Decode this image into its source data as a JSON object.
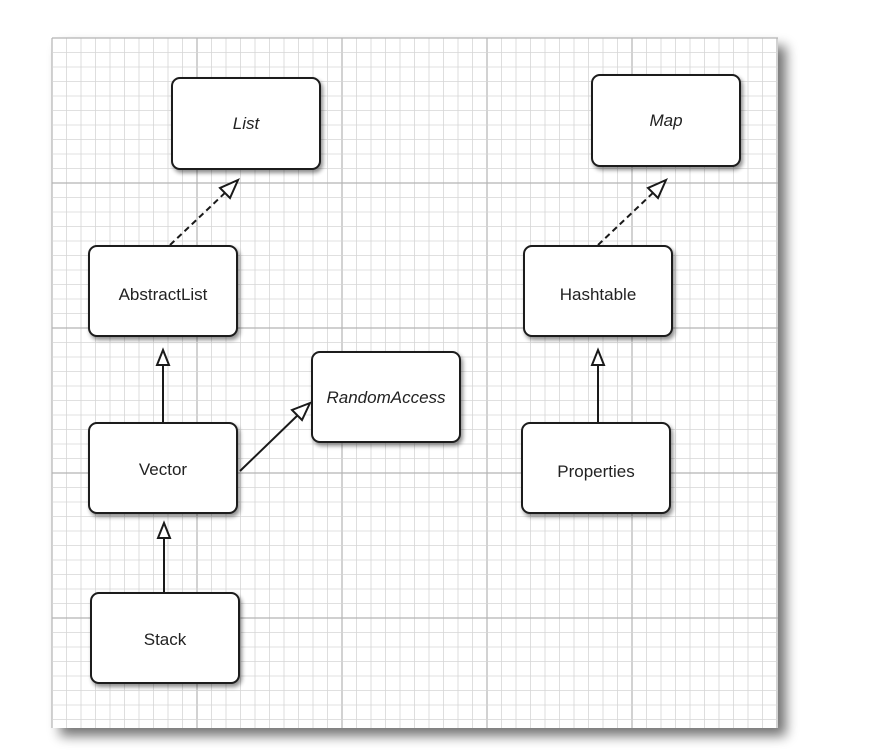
{
  "nodes": {
    "list": {
      "label": "List",
      "italic": true
    },
    "map": {
      "label": "Map",
      "italic": true
    },
    "abstractlist": {
      "label": "AbstractList",
      "italic": false
    },
    "hashtable": {
      "label": "Hashtable",
      "italic": false
    },
    "randomaccess": {
      "label": "RandomAccess",
      "italic": true
    },
    "vector": {
      "label": "Vector",
      "italic": false
    },
    "properties": {
      "label": "Properties",
      "italic": false
    },
    "stack": {
      "label": "Stack",
      "italic": false
    }
  },
  "edges": [
    {
      "from": "abstractlist",
      "to": "list",
      "style": "dashed"
    },
    {
      "from": "hashtable",
      "to": "map",
      "style": "dashed"
    },
    {
      "from": "vector",
      "to": "abstractlist",
      "style": "solid"
    },
    {
      "from": "vector",
      "to": "randomaccess",
      "style": "solid"
    },
    {
      "from": "properties",
      "to": "hashtable",
      "style": "solid"
    },
    {
      "from": "stack",
      "to": "vector",
      "style": "solid"
    }
  ],
  "colors": {
    "grid_fine": "#d6d6d6",
    "grid_major": "#b4b4b4",
    "box_stroke": "#1a1a1a",
    "box_fill": "#ffffff",
    "arrow": "#1a1a1a"
  }
}
